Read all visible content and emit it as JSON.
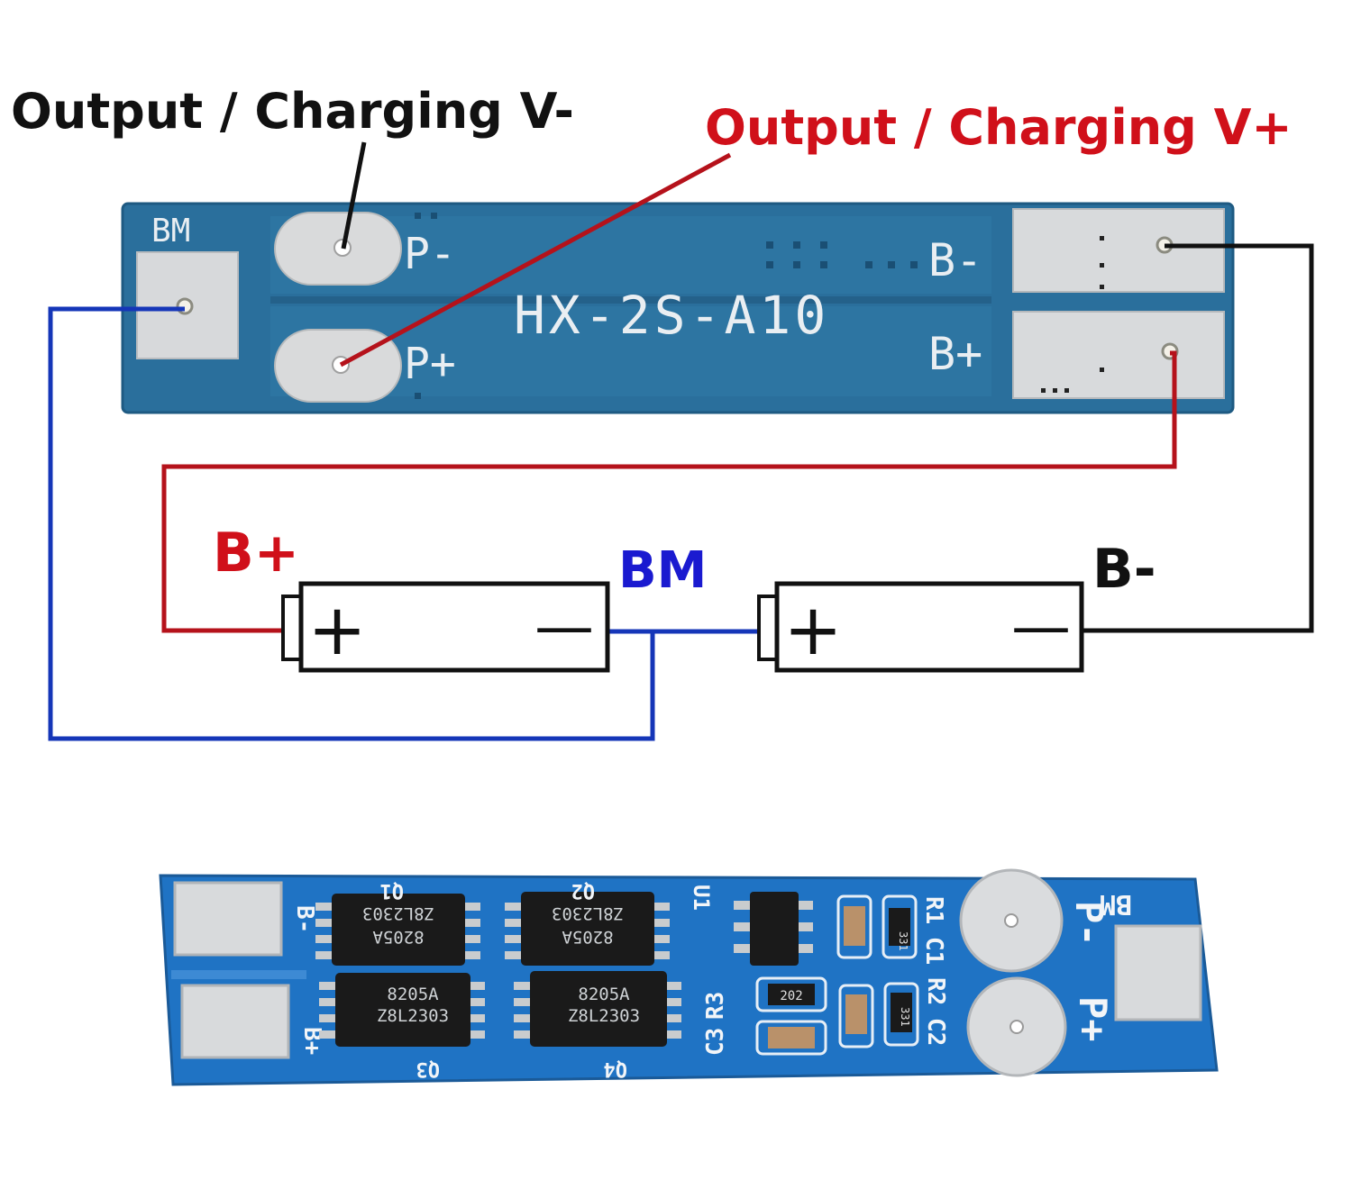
{
  "callouts": {
    "negative": "Output / Charging V-",
    "positive": "Output / Charging V+"
  },
  "board_top": {
    "model": "HX-2S-A10",
    "pads": {
      "bm": "BM",
      "p_minus": "P-",
      "p_plus": "P+",
      "b_minus": "B-",
      "b_plus": "B+"
    }
  },
  "wiring_labels": {
    "b_plus": "B+",
    "bm": "BM",
    "b_minus": "B-"
  },
  "cells": [
    {
      "plus": "+",
      "minus": "—"
    },
    {
      "plus": "+",
      "minus": "—"
    }
  ],
  "board_bottom": {
    "edge_labels": {
      "b_minus": "B-",
      "b_plus": "B+",
      "p_minus": "P-",
      "p_plus": "P+",
      "bm": "BM"
    },
    "chips": [
      {
        "ref": "Q1",
        "part": "8205A",
        "code": "Z8L2303"
      },
      {
        "ref": "Q2",
        "part": "8205A",
        "code": "Z8L2303"
      },
      {
        "ref": "Q3",
        "part": "8205A",
        "code": "Z8L2303"
      },
      {
        "ref": "Q4",
        "part": "8205A",
        "code": "Z8L2303"
      }
    ],
    "refs": [
      "U1",
      "R1",
      "C1",
      "R2",
      "C2",
      "C3",
      "R3"
    ],
    "resistor_codes": [
      "202",
      "331",
      "331"
    ]
  },
  "colors": {
    "pcb": "#2a6f9c",
    "pcb_bright": "#1f73c4",
    "wire_red": "#b5121b",
    "wire_blue": "#1536b8",
    "wire_black": "#111111",
    "label_red": "#d0101a",
    "label_blue": "#1a1ad0"
  }
}
